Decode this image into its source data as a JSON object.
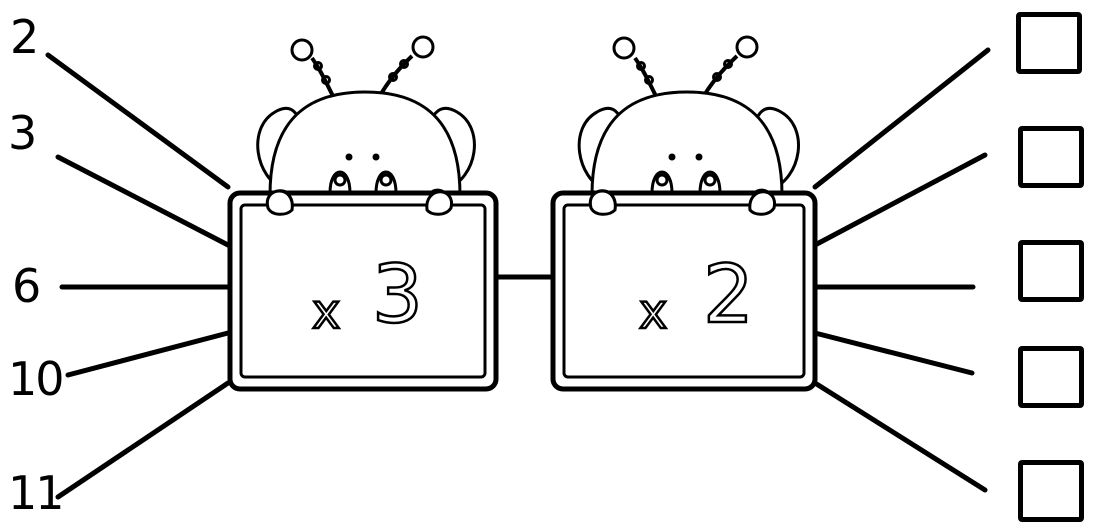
{
  "inputs": [
    "2",
    "3",
    "6",
    "10",
    "11"
  ],
  "operators": [
    {
      "symbol": "x",
      "factor": "3"
    },
    {
      "symbol": "x",
      "factor": "2"
    }
  ],
  "answer_boxes": [
    "",
    "",
    "",
    "",
    ""
  ]
}
